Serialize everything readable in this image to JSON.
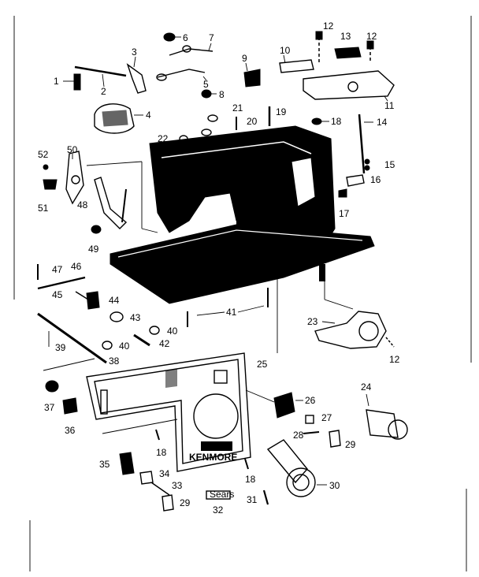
{
  "labels": [
    "1",
    "2",
    "3",
    "4",
    "5",
    "6",
    "7",
    "8",
    "9",
    "10",
    "11",
    "12",
    "13",
    "12",
    "14",
    "15",
    "16",
    "17",
    "18",
    "19",
    "20",
    "21",
    "22",
    "23",
    "12",
    "24",
    "25",
    "26",
    "27",
    "28",
    "29",
    "30",
    "31",
    "32",
    "33",
    "34",
    "35",
    "18",
    "18",
    "36",
    "37",
    "38",
    "39",
    "40",
    "40",
    "41",
    "42",
    "43",
    "44",
    "45",
    "46",
    "47",
    "48",
    "49",
    "50",
    "51",
    "52",
    "29"
  ],
  "brand_text": "KENMORE",
  "badge_text": "Sears"
}
